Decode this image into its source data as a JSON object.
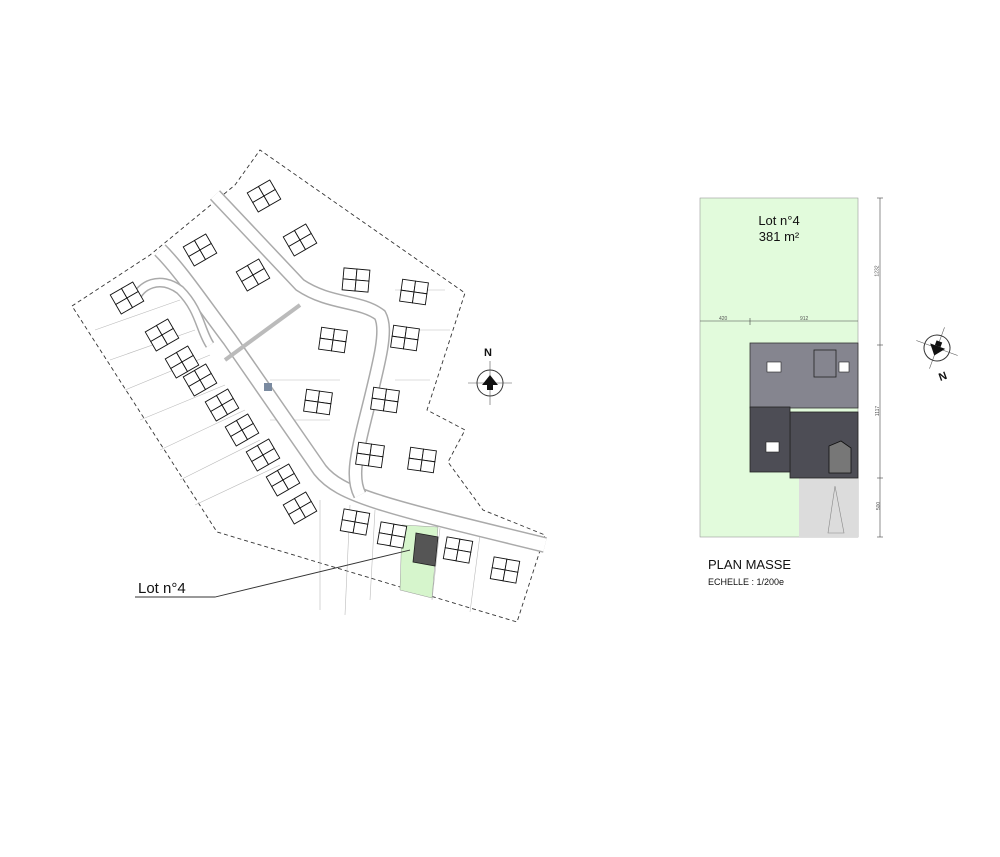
{
  "site_plan": {
    "callout_label": "Lot n°4",
    "north_label": "N"
  },
  "lot_detail": {
    "title": "Lot n°4",
    "area": "381 m²",
    "dimensions": {
      "vertical": [
        "1232",
        "1117",
        "500"
      ],
      "horizontal": [
        "420",
        "912"
      ]
    },
    "north_label": "N"
  },
  "caption": {
    "title": "PLAN MASSE",
    "scale": "ECHELLE : 1/200e"
  },
  "colors": {
    "lot_green": "#e2fbdc",
    "roof_light": "#85858f",
    "roof_dark": "#4d4d55",
    "driveway": "#dcdcdc"
  }
}
